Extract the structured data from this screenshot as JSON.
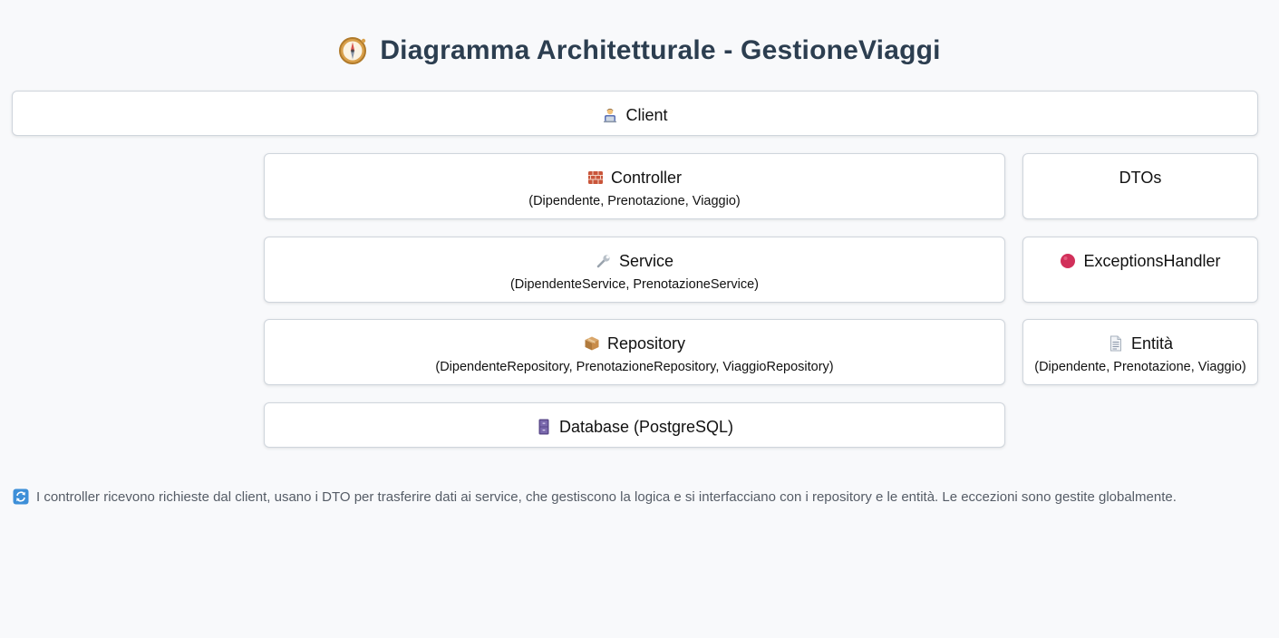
{
  "title": {
    "icon": "compass-icon",
    "text": "Diagramma Architetturale - GestioneViaggi"
  },
  "diagram": {
    "client": {
      "icon": "technologist-icon",
      "label": "Client"
    },
    "controller": {
      "icon": "brick-icon",
      "label": "Controller",
      "sub": "(Dipendente, Prenotazione, Viaggio)"
    },
    "dtos": {
      "label": "DTOs"
    },
    "service": {
      "icon": "wrench-icon",
      "label": "Service",
      "sub": "(DipendenteService, PrenotazioneService)"
    },
    "exceptions": {
      "icon": "red-circle-icon",
      "label": "ExceptionsHandler"
    },
    "repository": {
      "icon": "package-icon",
      "label": "Repository",
      "sub": "(DipendenteRepository, PrenotazioneRepository, ViaggioRepository)"
    },
    "entita": {
      "icon": "document-icon",
      "label": "Entità",
      "sub": "(Dipendente, Prenotazione, Viaggio)"
    },
    "database": {
      "icon": "file-cabinet-icon",
      "label": "Database (PostgreSQL)"
    }
  },
  "footer": {
    "icon": "refresh-icon",
    "text": "I controller ricevono richieste dal client, usano i DTO per trasferire dati ai service, che gestiscono la logica e si interfacciano con i repository e le entità. Le eccezioni sono gestite globalmente."
  },
  "colors": {
    "title": "#2c3e50",
    "background": "#f8f9fb",
    "box_border": "#cfd5dc",
    "footer_text": "#555c66"
  }
}
